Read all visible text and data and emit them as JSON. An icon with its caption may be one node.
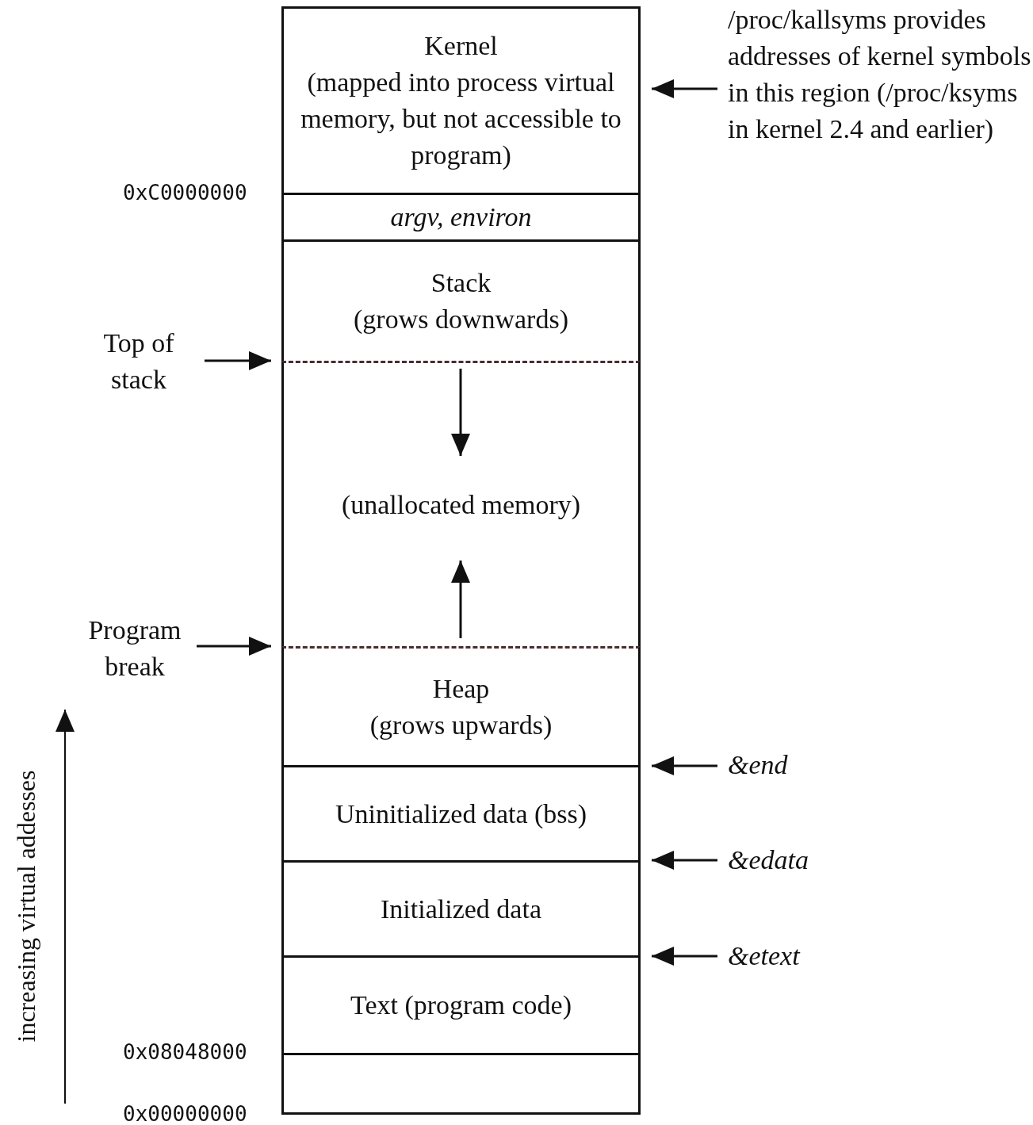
{
  "diagram": {
    "nodes": [
      {
        "text": [
          "Kernel",
          "(mapped into process virtual memory, but not accessible to program)"
        ]
      },
      {
        "text": [
          "argv, environ"
        ]
      },
      {
        "text": [
          "Stack",
          "(grows downwards)"
        ]
      },
      {
        "text": [
          "(unallocated memory)"
        ]
      },
      {
        "text": [
          "Heap",
          "(grows upwards)"
        ]
      },
      {
        "text": [
          "Uninitialized data (bss)"
        ]
      },
      {
        "text": [
          "Initialized data"
        ]
      },
      {
        "text": [
          "Text (program code)"
        ]
      },
      {
        "text": [],
        "shape": "box"
      },
      {
        "text": [
          "/proc/kallsyms provides addresses of kernel symbols in this region (/proc/ksyms in kernel 2.4 and earlier)"
        ]
      },
      {
        "text": [
          "Top of stack"
        ]
      },
      {
        "text": [
          "Program break"
        ]
      },
      {
        "text": [
          "&end"
        ]
      },
      {
        "text": [
          "&edata"
        ]
      },
      {
        "text": [
          "&etext"
        ]
      }
    ],
    "edges": [
      {
        "from": 9,
        "to": 0,
        "arrow": "to"
      },
      {
        "from": 10,
        "to": 2,
        "arrow": "to"
      },
      {
        "from": 11,
        "to": 4,
        "arrow": "to"
      },
      {
        "from": 12,
        "to": 5,
        "arrow": "to"
      },
      {
        "from": 13,
        "to": 5,
        "arrow": "to"
      },
      {
        "from": 14,
        "to": 6,
        "arrow": "to"
      }
    ],
    "labels": [
      "0xC0000000",
      "0x08048000",
      "0x00000000",
      "increasing virtual addesses"
    ]
  }
}
